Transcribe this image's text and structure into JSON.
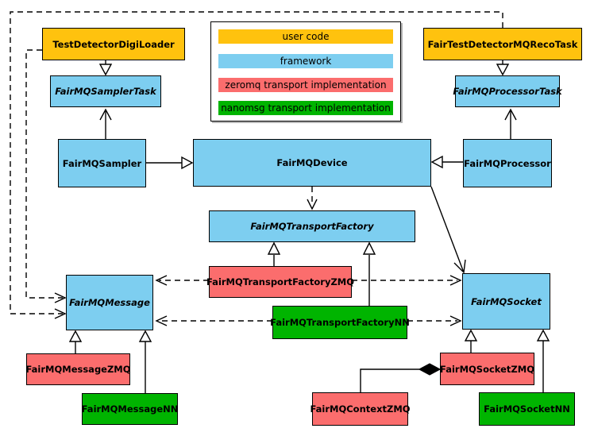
{
  "palette": {
    "user_code": "#FFC20E",
    "framework": "#7DCEF0",
    "zeromq": "#FB6D6D",
    "nanomsg": "#00B400"
  },
  "nodes": {
    "digiloader": {
      "label": "TestDetectorDigiLoader"
    },
    "recotask": {
      "label": "FairTestDetectorMQRecoTask"
    },
    "samplertask": {
      "label": "FairMQSamplerTask"
    },
    "processortask": {
      "label": "FairMQProcessorTask"
    },
    "sampler": {
      "label": "FairMQSampler"
    },
    "device": {
      "label": "FairMQDevice"
    },
    "processor": {
      "label": "FairMQProcessor"
    },
    "transportfactory": {
      "label": "FairMQTransportFactory"
    },
    "tfzmq": {
      "label": "FairMQTransportFactoryZMQ"
    },
    "tfnn": {
      "label": "FairMQTransportFactoryNN"
    },
    "message": {
      "label": "FairMQMessage"
    },
    "socket": {
      "label": "FairMQSocket"
    },
    "messagezmq": {
      "label": "FairMQMessageZMQ"
    },
    "messagenn": {
      "label": "FairMQMessageNN"
    },
    "socketzmq": {
      "label": "FairMQSocketZMQ"
    },
    "socketnn": {
      "label": "FairMQSocketNN"
    },
    "contextzmq": {
      "label": "FairMQContextZMQ"
    }
  },
  "legend": {
    "items": [
      {
        "label": "user code",
        "color": "#FFC20E"
      },
      {
        "label": "framework",
        "color": "#7DCEF0"
      },
      {
        "label": "zeromq transport implementation",
        "color": "#FB6D6D"
      },
      {
        "label": "nanomsg transport implementation",
        "color": "#00B400"
      }
    ]
  }
}
